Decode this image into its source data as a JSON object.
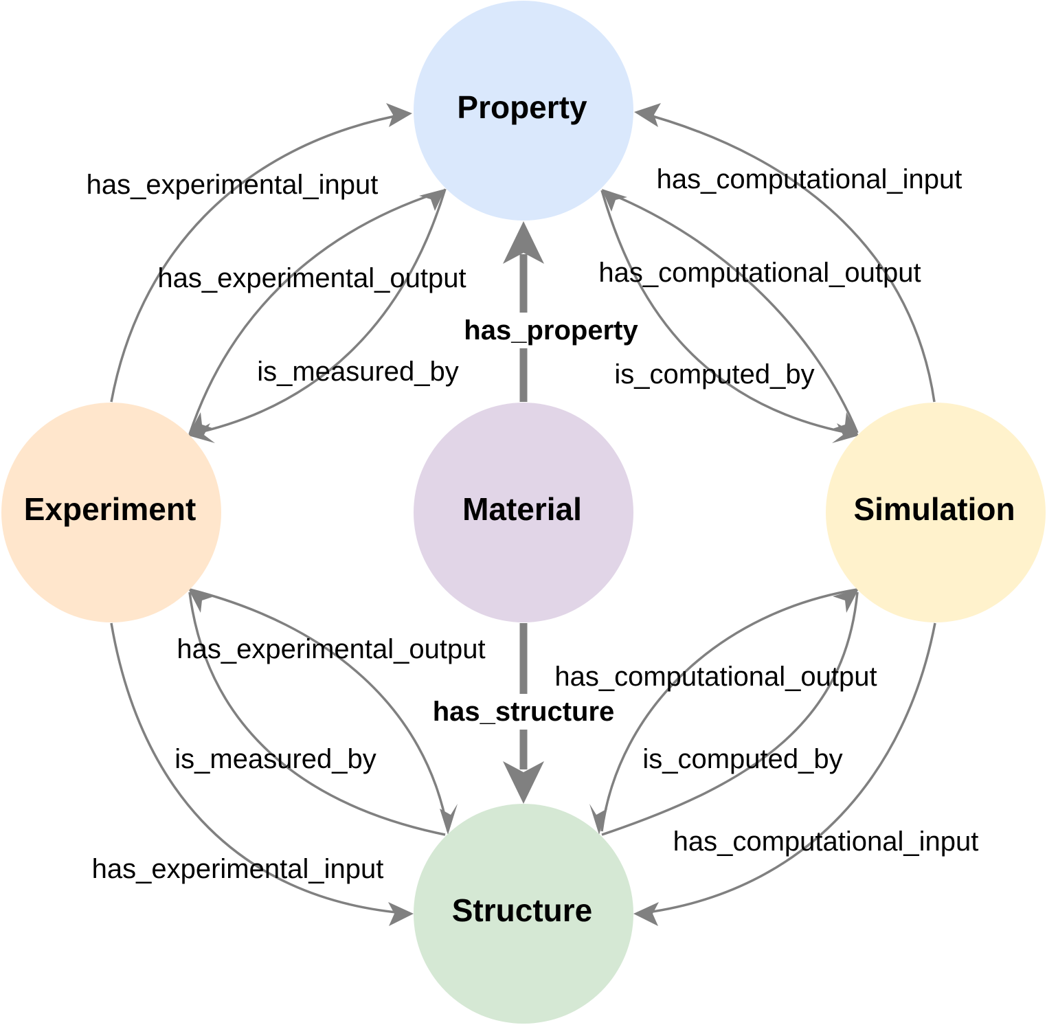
{
  "nodes": {
    "property": {
      "label": "Property",
      "color": "#dae8fc"
    },
    "experiment": {
      "label": "Experiment",
      "color": "#ffe6cc"
    },
    "material": {
      "label": "Material",
      "color": "#e1d5e7"
    },
    "simulation": {
      "label": "Simulation",
      "color": "#fff2cc"
    },
    "structure": {
      "label": "Structure",
      "color": "#d5e8d4"
    }
  },
  "edges": {
    "has_property": "has_property",
    "has_structure": "has_structure",
    "exp_prop_input": "has_experimental_input",
    "exp_prop_output": "has_experimental_output",
    "exp_prop_measured": "is_measured_by",
    "sim_prop_input": "has_computational_input",
    "sim_prop_output": "has_computational_output",
    "sim_prop_computed": "is_computed_by",
    "exp_struct_output": "has_experimental_output",
    "exp_struct_measured": "is_measured_by",
    "exp_struct_input": "has_experimental_input",
    "sim_struct_output": "has_computational_output",
    "sim_struct_computed": "is_computed_by",
    "sim_struct_input": "has_computational_input"
  },
  "colors": {
    "edge": "#808080"
  }
}
